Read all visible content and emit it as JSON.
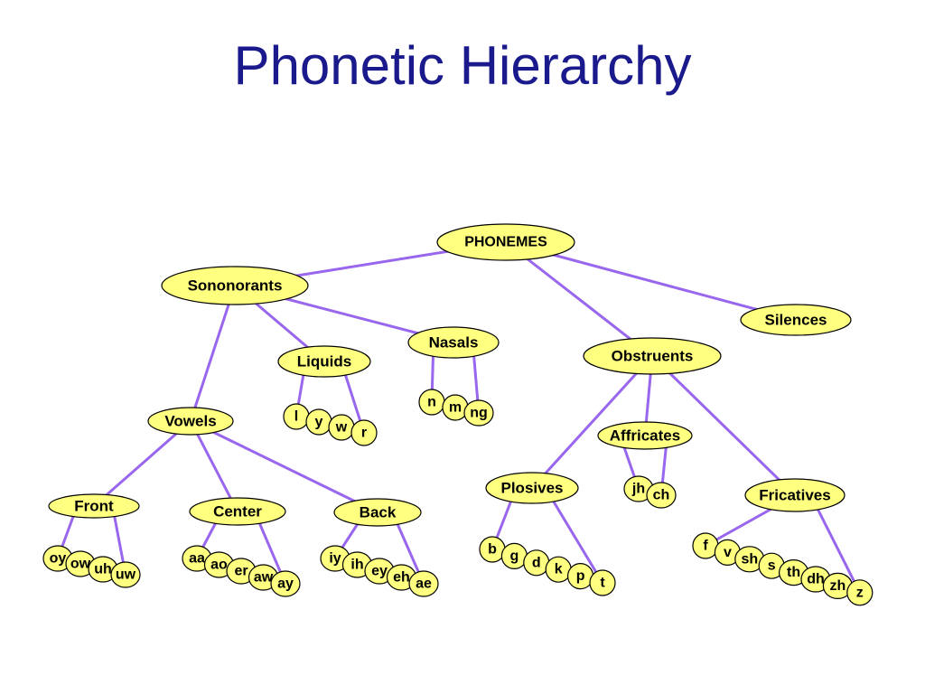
{
  "title": "Phonetic Hierarchy",
  "colors": {
    "title": "#1a1a8c",
    "node_fill": "#ffff80",
    "node_stroke": "#000000",
    "edge": "#9966ee"
  },
  "nodes": {
    "phonemes": "PHONEMES",
    "sonorants": "Sononorants",
    "silences": "Silences",
    "obstruents": "Obstruents",
    "liquids": "Liquids",
    "nasals": "Nasals",
    "vowels": "Vowels",
    "affricates": "Affricates",
    "plosives": "Plosives",
    "fricatives": "Fricatives",
    "front": "Front",
    "center": "Center",
    "back": "Back"
  },
  "phones": {
    "liquids": [
      "l",
      "y",
      "w",
      "r"
    ],
    "nasals": [
      "n",
      "m",
      "ng"
    ],
    "affricates": [
      "jh",
      "ch"
    ],
    "front": [
      "oy",
      "ow",
      "uh",
      "uw"
    ],
    "center": [
      "aa",
      "ao",
      "er",
      "aw",
      "ay"
    ],
    "back": [
      "iy",
      "ih",
      "ey",
      "eh",
      "ae"
    ],
    "plosives": [
      "b",
      "g",
      "d",
      "k",
      "p",
      "t"
    ],
    "fricatives": [
      "f",
      "v",
      "sh",
      "s",
      "th",
      "dh",
      "zh",
      "z"
    ]
  }
}
